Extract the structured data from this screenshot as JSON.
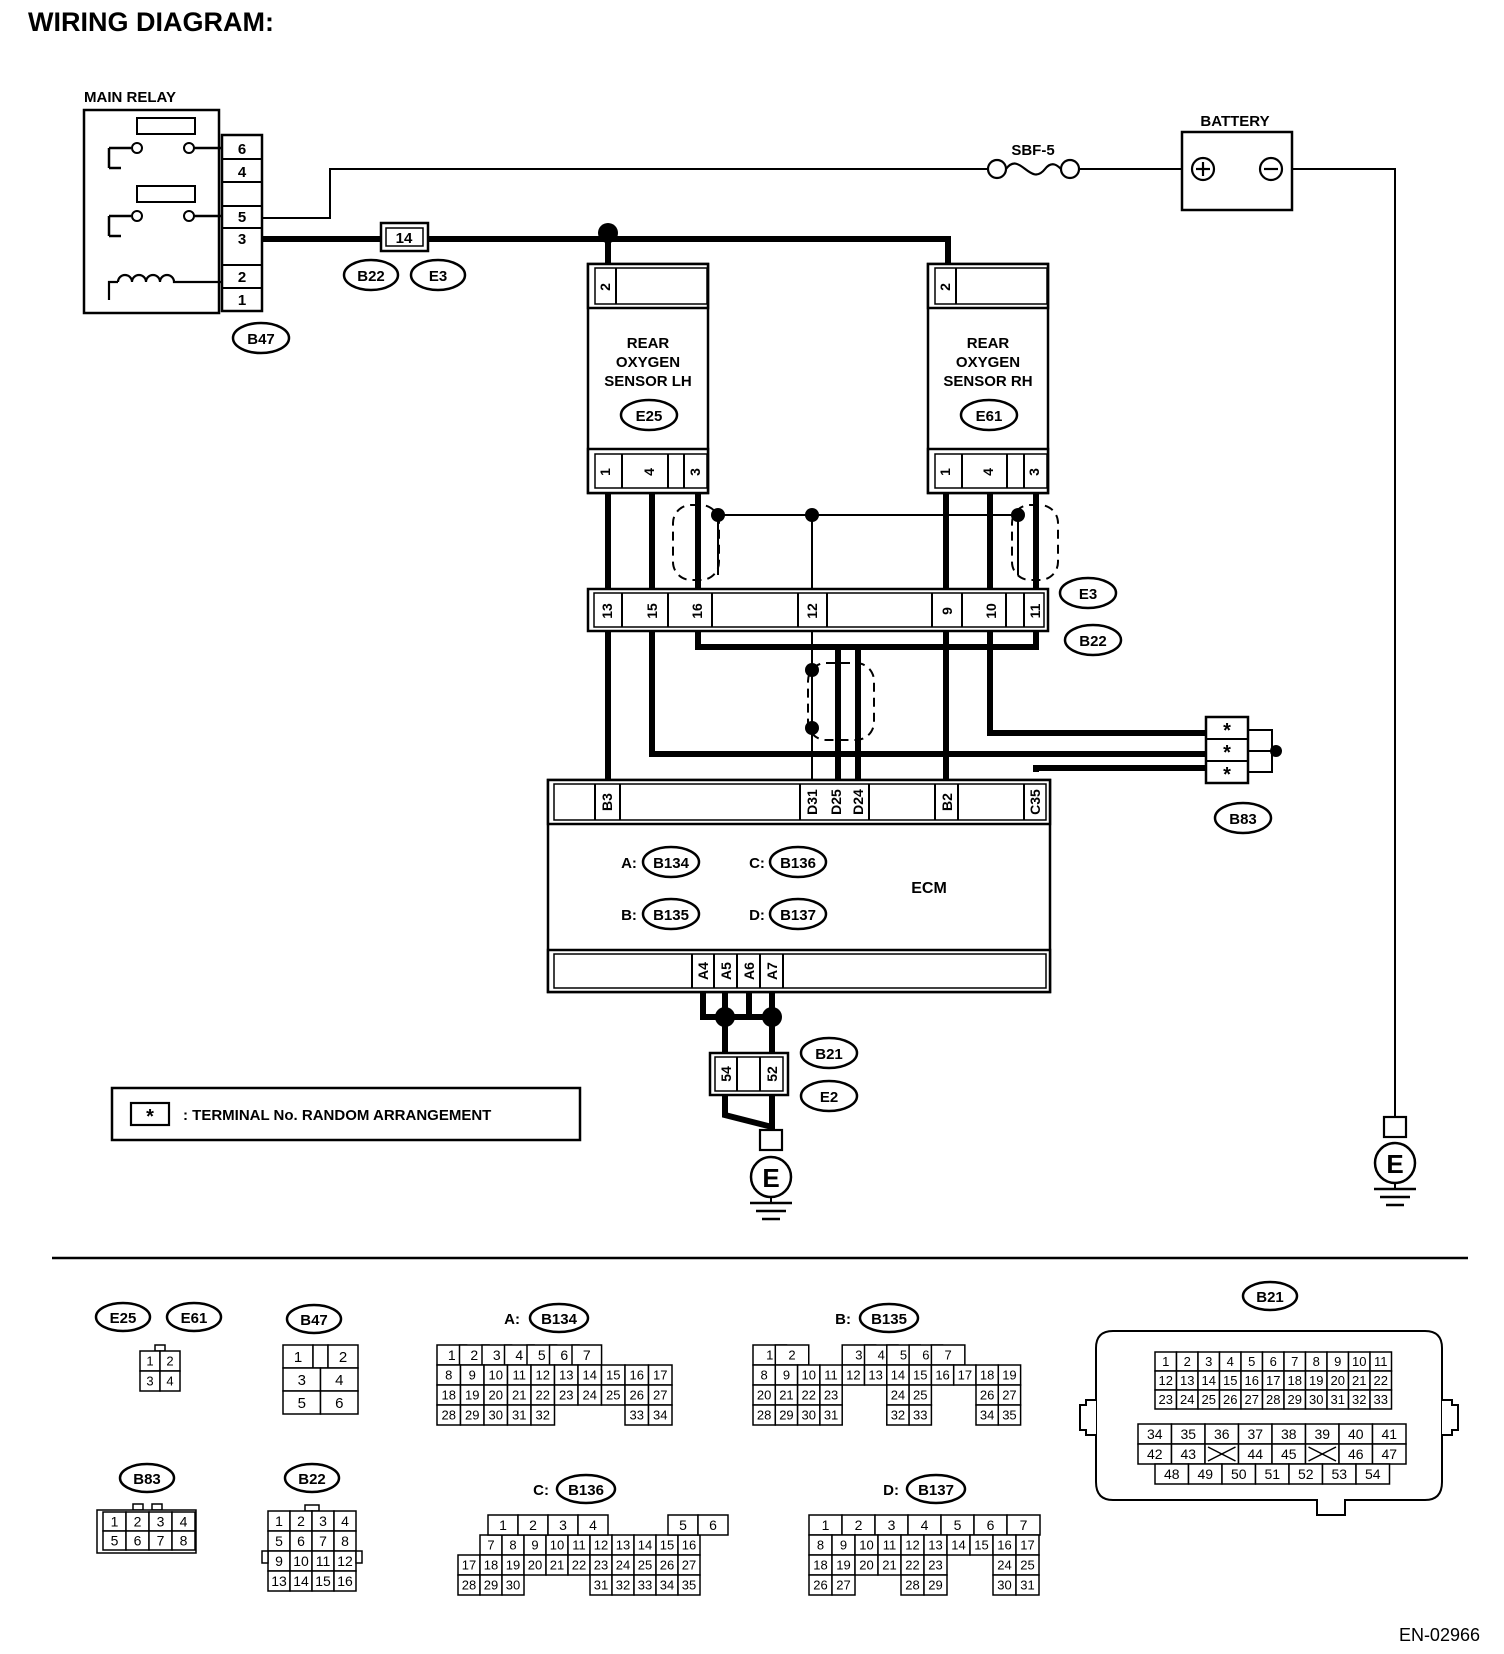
{
  "title": "WIRING DIAGRAM:",
  "doc_id": "EN-02966",
  "legend_star": "*",
  "legend_text": ": TERMINAL No. RANDOM ARRANGEMENT",
  "main_relay": {
    "label": "MAIN RELAY",
    "connector": "B47",
    "pins": [
      "6",
      "4",
      "5",
      "3",
      "2",
      "1"
    ]
  },
  "battery": {
    "label": "BATTERY",
    "fuse": "SBF-5"
  },
  "jc14": {
    "pin": "14",
    "conns": [
      "B22",
      "E3"
    ]
  },
  "sensor_lh": {
    "name": [
      "REAR",
      "OXYGEN",
      "SENSOR LH"
    ],
    "connector": "E25",
    "top_pin": "2",
    "pins": [
      "1",
      "4",
      "3"
    ]
  },
  "sensor_rh": {
    "name": [
      "REAR",
      "OXYGEN",
      "SENSOR RH"
    ],
    "connector": "E61",
    "top_pin": "2",
    "pins": [
      "1",
      "4",
      "3"
    ]
  },
  "jrow": {
    "pins": [
      "13",
      "15",
      "16",
      "12",
      "9",
      "10",
      "11"
    ],
    "conns": [
      "E3",
      "B22"
    ]
  },
  "b83": {
    "connector": "B83",
    "pins": [
      "*",
      "*",
      "*"
    ]
  },
  "ecm": {
    "label": "ECM",
    "top_pins": [
      "B3",
      "D31",
      "D25",
      "D24",
      "B2",
      "C35"
    ],
    "bottom_pins": [
      "A4",
      "A5",
      "A6",
      "A7"
    ],
    "conns": [
      {
        "letter": "A:",
        "code": "B134"
      },
      {
        "letter": "C:",
        "code": "B136"
      },
      {
        "letter": "B:",
        "code": "B135"
      },
      {
        "letter": "D:",
        "code": "B137"
      }
    ]
  },
  "ground_joint": {
    "pins": [
      "54",
      "52"
    ],
    "conns": [
      "B21",
      "E2"
    ]
  },
  "ground": "E",
  "connector_views": {
    "e25_e61": {
      "codes": [
        "E25",
        "E61"
      ],
      "rows": [
        [
          "1",
          "2"
        ],
        [
          "3",
          "4"
        ]
      ]
    },
    "b47": {
      "code": "B47",
      "rows": [
        [
          "1",
          "",
          "2"
        ],
        [
          "3",
          "4"
        ],
        [
          "5",
          "6"
        ]
      ]
    },
    "b83": {
      "code": "B83",
      "rows": [
        [
          "1",
          "2",
          "3",
          "4"
        ],
        [
          "5",
          "6",
          "7",
          "8"
        ]
      ]
    },
    "b22": {
      "code": "B22",
      "rows": [
        [
          "1",
          "2",
          "3",
          "4"
        ],
        [
          "5",
          "6",
          "7",
          "8"
        ],
        [
          "9",
          "10",
          "11",
          "12"
        ],
        [
          "13",
          "14",
          "15",
          "16"
        ]
      ]
    },
    "b134": {
      "letter": "A:",
      "code": "B134",
      "rows": [
        [
          "1",
          "2",
          "3",
          "4",
          "5",
          "6",
          "7"
        ],
        [
          "8",
          "9",
          "10",
          "11",
          "12",
          "13",
          "14",
          "15",
          "16",
          "17"
        ],
        [
          "18",
          "19",
          "20",
          "21",
          "22",
          "23",
          "24",
          "25",
          "26",
          "27"
        ],
        [
          "28",
          "29",
          "30",
          "31",
          "32",
          "",
          "",
          "",
          "33",
          "34"
        ]
      ]
    },
    "b135": {
      "letter": "B:",
      "code": "B135",
      "rows": [
        [
          "1",
          "2",
          "",
          "",
          "3",
          "4",
          "5",
          "6",
          "7"
        ],
        [
          "8",
          "9",
          "10",
          "11",
          "12",
          "13",
          "14",
          "15",
          "16",
          "17",
          "18",
          "19"
        ],
        [
          "20",
          "21",
          "22",
          "23",
          "",
          "",
          "24",
          "25",
          "",
          "",
          "26",
          "27"
        ],
        [
          "28",
          "29",
          "30",
          "31",
          "",
          "",
          "32",
          "33",
          "",
          "",
          "34",
          "35"
        ]
      ]
    },
    "b136": {
      "letter": "C:",
      "code": "B136",
      "rows": [
        [
          "",
          "1",
          "2",
          "3",
          "4",
          "",
          "",
          "5",
          "6"
        ],
        [
          "",
          "7",
          "8",
          "9",
          "10",
          "11",
          "12",
          "13",
          "14",
          "15",
          "16"
        ],
        [
          "17",
          "18",
          "19",
          "20",
          "21",
          "22",
          "23",
          "24",
          "25",
          "26",
          "27"
        ],
        [
          "28",
          "29",
          "30",
          "",
          "",
          "",
          "31",
          "32",
          "33",
          "34",
          "35"
        ]
      ]
    },
    "b137": {
      "letter": "D:",
      "code": "B137",
      "rows": [
        [
          "1",
          "2",
          "3",
          "4",
          "5",
          "6",
          "7"
        ],
        [
          "8",
          "9",
          "10",
          "11",
          "12",
          "13",
          "14",
          "15",
          "16",
          "17"
        ],
        [
          "18",
          "19",
          "20",
          "21",
          "22",
          "23",
          "",
          "",
          "24",
          "25"
        ],
        [
          "26",
          "27",
          "",
          "",
          "28",
          "29",
          "",
          "",
          "30",
          "31"
        ]
      ]
    },
    "b21": {
      "code": "B21",
      "rows": [
        [
          "1",
          "2",
          "3",
          "4",
          "5",
          "6",
          "7",
          "8",
          "9",
          "10",
          "11"
        ],
        [
          "12",
          "13",
          "14",
          "15",
          "16",
          "17",
          "18",
          "19",
          "20",
          "21",
          "22"
        ],
        [
          "23",
          "24",
          "25",
          "26",
          "27",
          "28",
          "29",
          "30",
          "31",
          "32",
          "33"
        ],
        [
          "34",
          "35",
          "36",
          "37",
          "38",
          "39",
          "40",
          "41"
        ],
        [
          "42",
          "43",
          "",
          "44",
          "45",
          "",
          "46",
          "47"
        ],
        [
          "48",
          "49",
          "50",
          "51",
          "52",
          "53",
          "54"
        ]
      ]
    }
  }
}
